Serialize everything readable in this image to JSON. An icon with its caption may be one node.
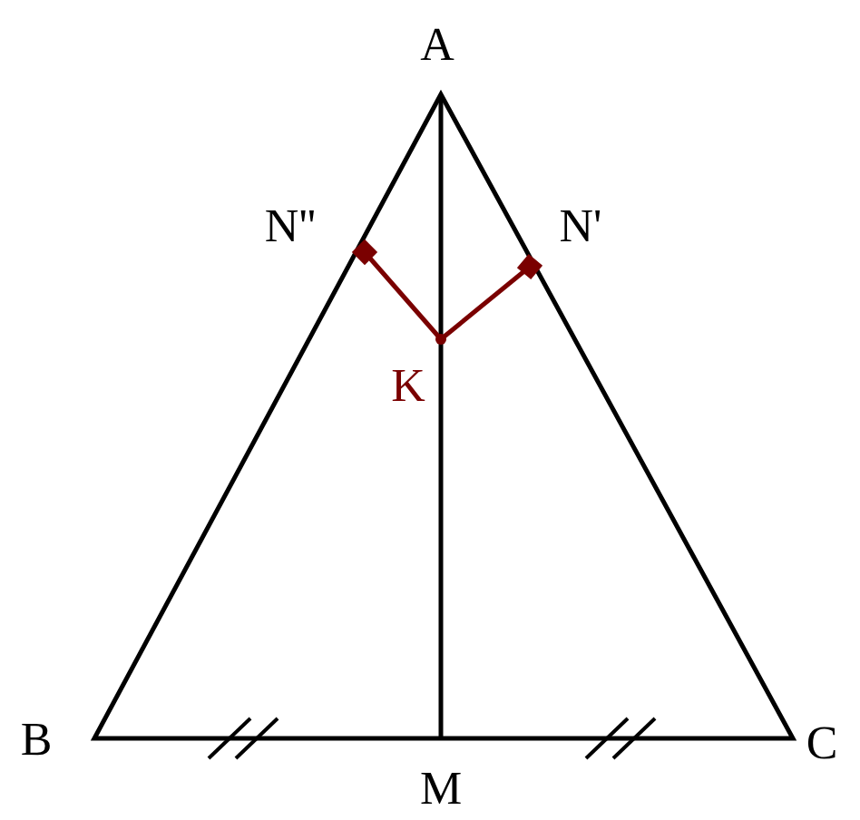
{
  "diagram": {
    "labels": [
      "A",
      "N''",
      "N'",
      "K",
      "B",
      "M",
      "C"
    ]
  }
}
